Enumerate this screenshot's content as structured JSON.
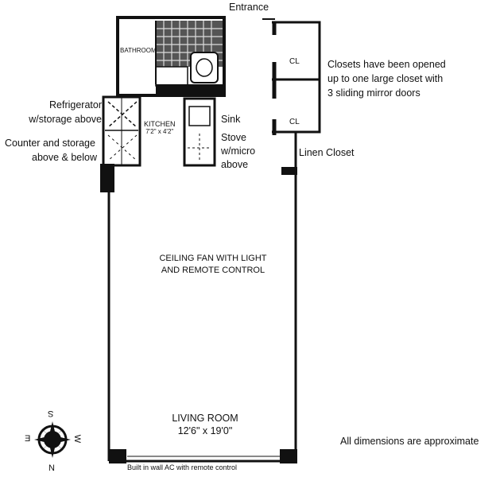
{
  "plan": {
    "entrance": "Entrance",
    "bathroom": "BATHROOM",
    "closet_note": [
      "Closets have been opened",
      "up to one large closet with",
      "3 sliding mirror doors"
    ],
    "closet_label": "CL",
    "closet_label_2": "CL",
    "refrigerator": [
      "Refrigerator",
      "w/storage above"
    ],
    "counter": [
      "Counter and storage",
      "above & below"
    ],
    "kitchen": {
      "name": "KITCHEN",
      "dims": "7'2\" x 4'2\""
    },
    "sink": "Sink",
    "stove": [
      "Stove",
      "w/micro",
      "above"
    ],
    "linen_closet": "Linen Closet",
    "ceiling_fan": [
      "CEILING FAN WITH LIGHT",
      "AND REMOTE CONTROL"
    ],
    "living_room": {
      "name": "LIVING ROOM",
      "dims": "12'6\" x 19'0\""
    },
    "disclaimer": "All dimensions are approximate",
    "ac_note": "Built in wall AC with remote control",
    "compass": {
      "top": "S",
      "bottom": "N",
      "left": "E",
      "right": "W"
    }
  }
}
